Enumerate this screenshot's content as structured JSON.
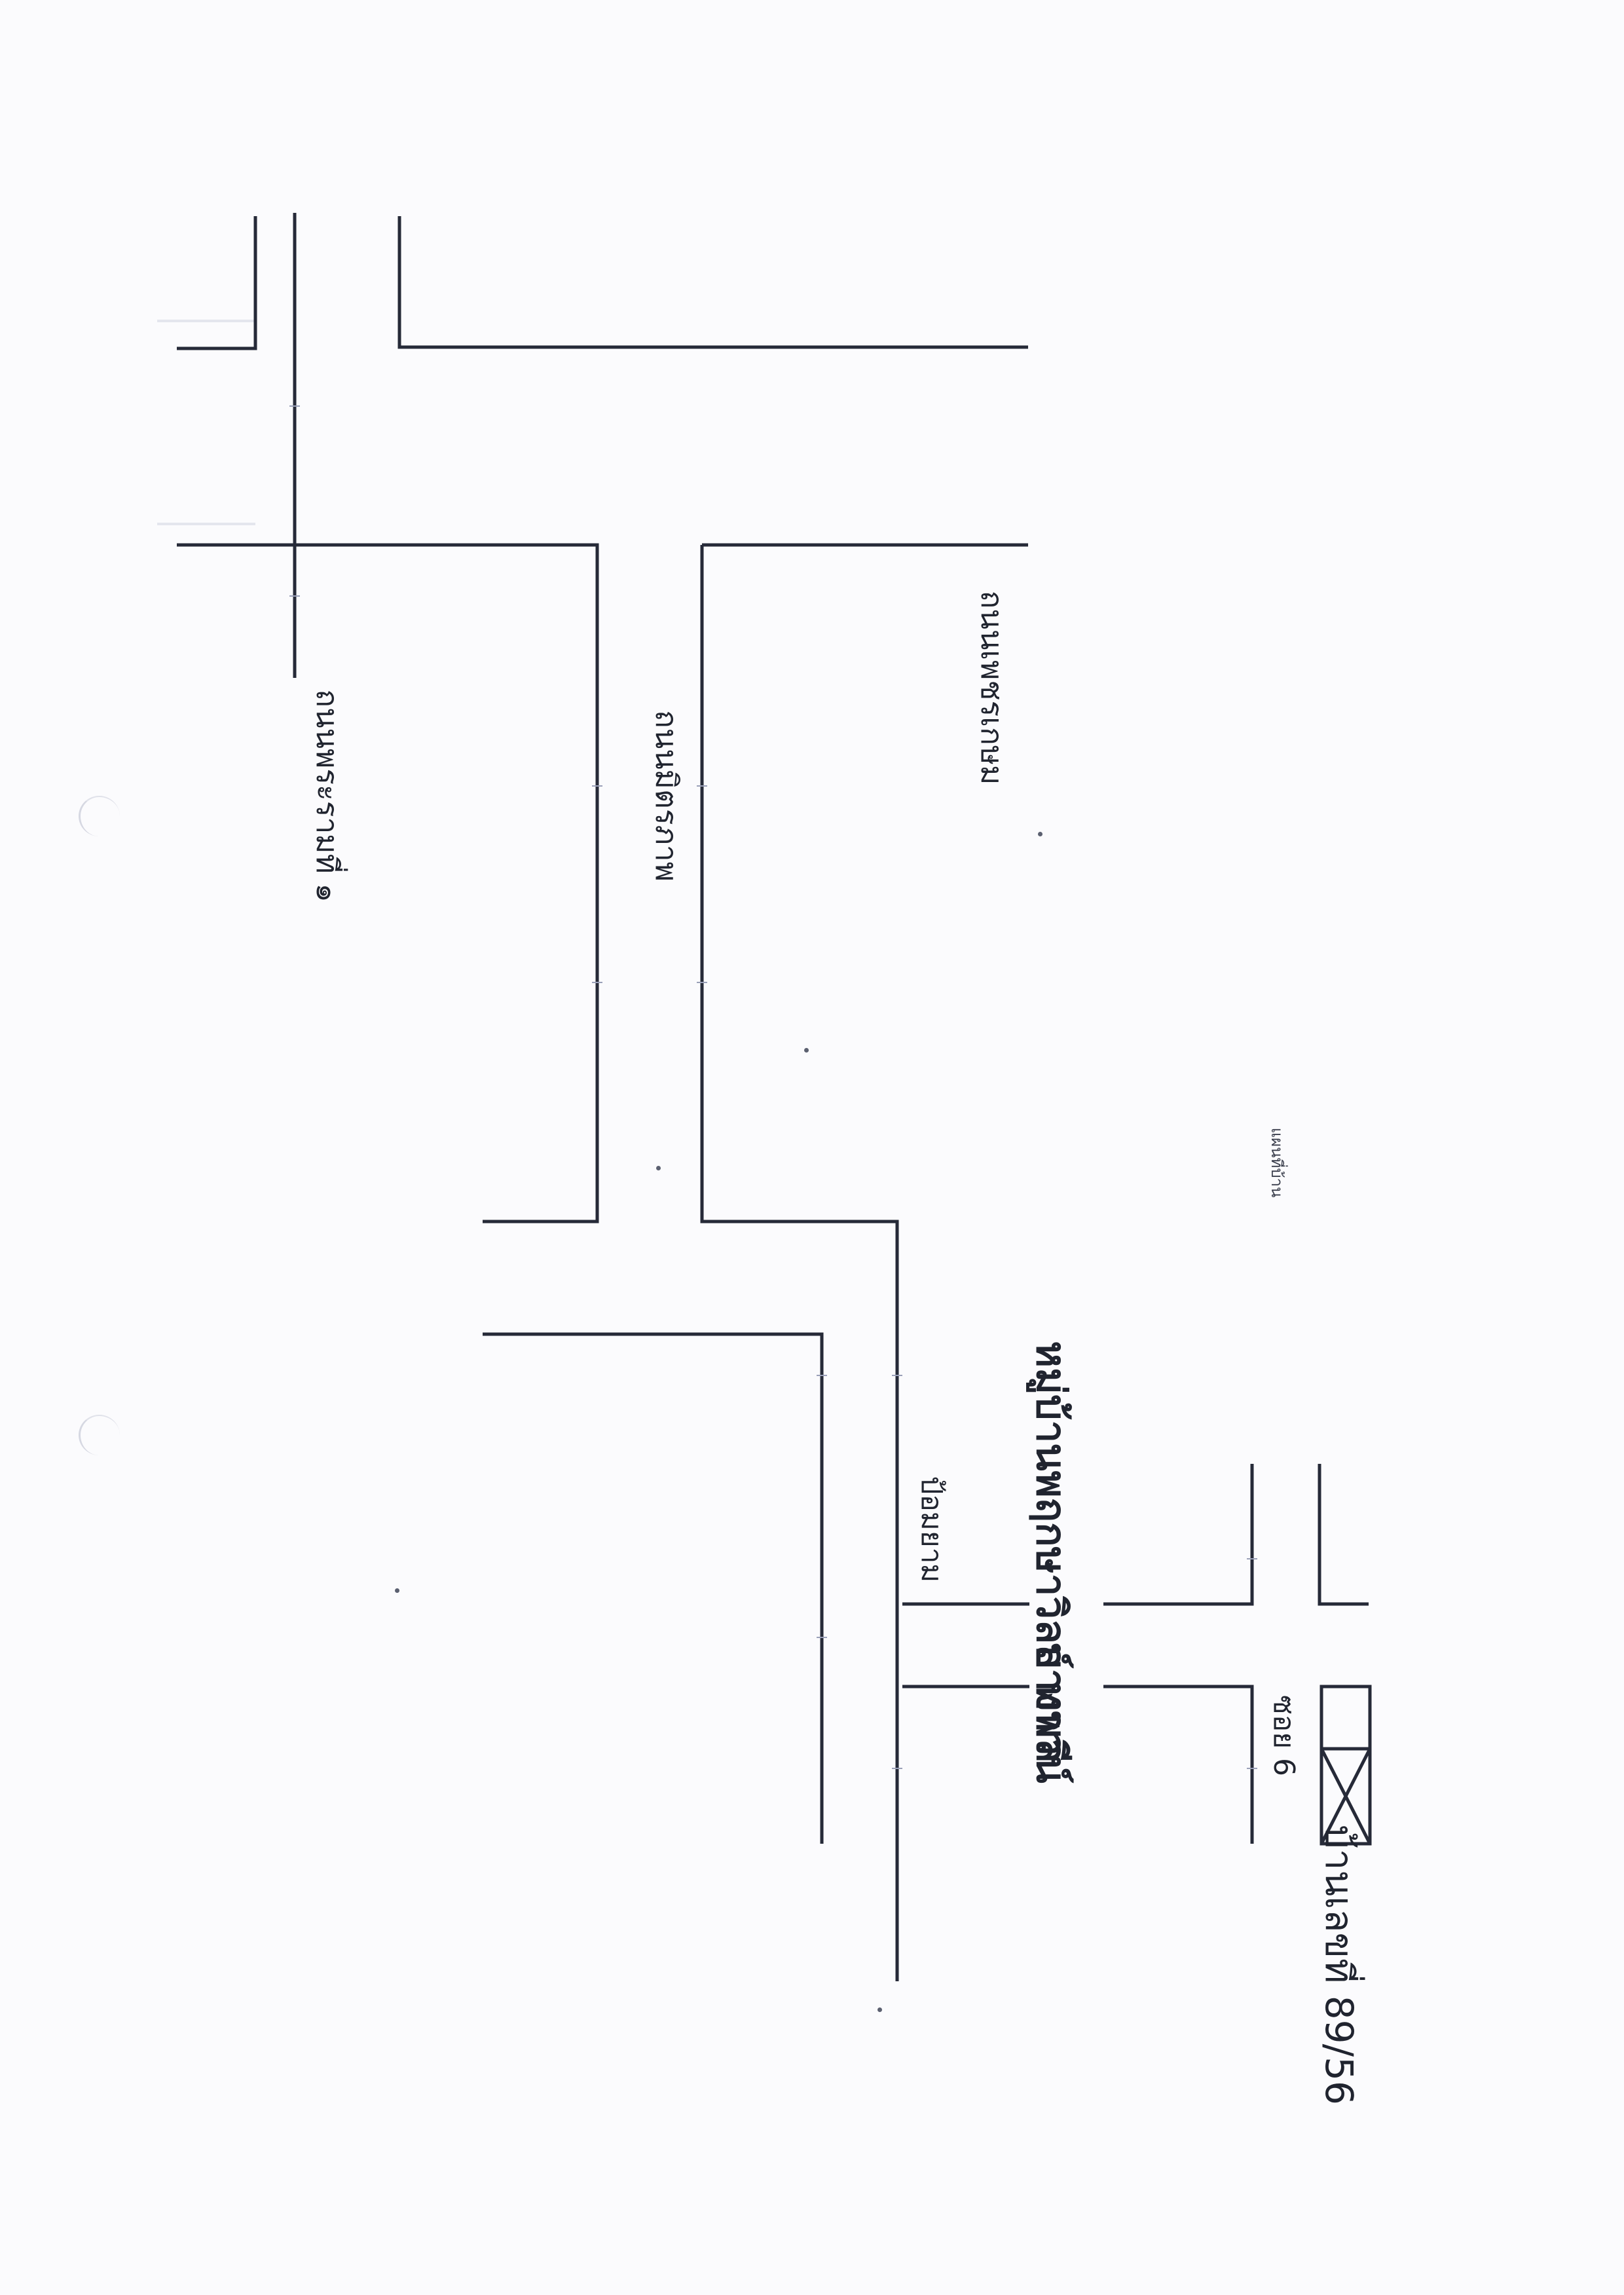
{
  "map": {
    "labels": {
      "road_left": "ถนนพระรามที่ ๑",
      "road_middle": "ถนนมิตรภาพ",
      "road_right": "ถนนเพชรเกษม",
      "location_name": "หมู่บ้านพฤกษาวิลล์ ทาวน์",
      "location_tambon": "บางพลี",
      "mark_po": "ป้อมยาม",
      "soi": "ซอย 6",
      "house_number": "บ้านเลขที่ 89/56",
      "map_caption": "แผนที่บ้าน"
    },
    "icons": {
      "house_marker": "crossed-box-icon",
      "north_marker": "mark-icon"
    },
    "colors": {
      "road": "#262a38",
      "paper": "#fbfbfd"
    }
  }
}
